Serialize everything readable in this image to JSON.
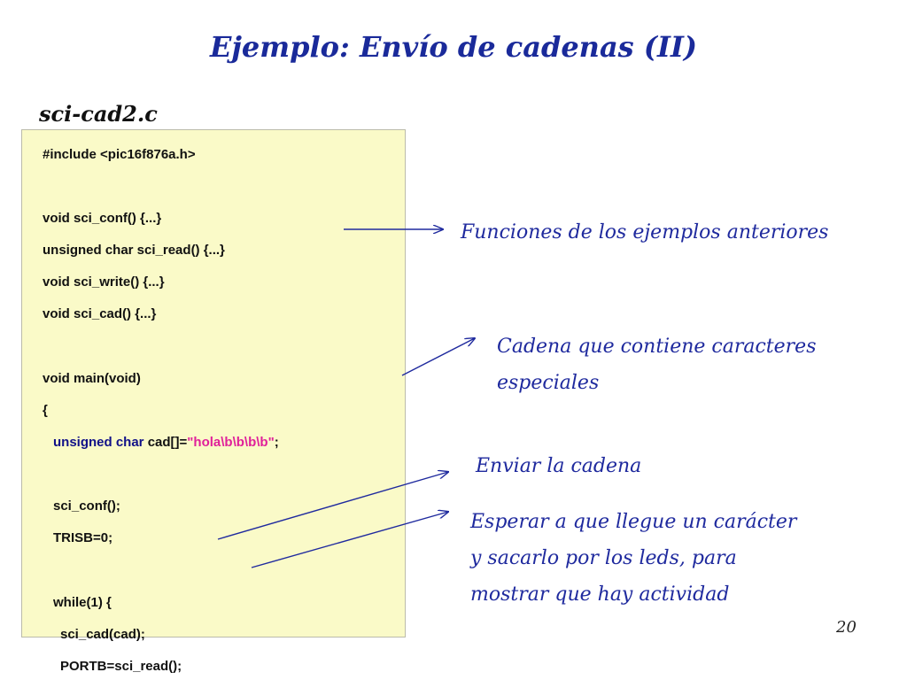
{
  "title": "Ejemplo: Envío de cadenas (II)",
  "filename": "sci-cad2.c",
  "code": {
    "l1": "#include <pic16f876a.h>",
    "l2": "void sci_conf() {...}",
    "l3": "unsigned char sci_read() {...}",
    "l4": "void sci_write() {...}",
    "l5": "void sci_cad() {...}",
    "l6": "void main(void)",
    "l7": "{",
    "l8a": "unsigned char ",
    "l8b": "cad[]=",
    "l8c": "\"hola\\b\\b\\b\\b\"",
    "l8d": ";",
    "l9": "sci_conf();",
    "l10": "TRISB=0;",
    "l11": "while(1) {",
    "l12": "sci_cad(cad);",
    "l13": "PORTB=sci_read();"
  },
  "annotations": {
    "a1": "Funciones de los ejemplos anteriores",
    "a2_l1": "Cadena que contiene caracteres",
    "a2_l2": "especiales",
    "a3": "Enviar la cadena",
    "a4_l1": "Esperar a que llegue un carácter",
    "a4_l2": "y sacarlo por los leds, para",
    "a4_l3": "mostrar que hay actividad"
  },
  "page_number": "20",
  "colors": {
    "title": "#1a2a9a",
    "annotation": "#1f2a9e",
    "code_bg": "#fafac8",
    "string_literal": "#e0209a",
    "arrow": "#1f2a9e"
  },
  "icons": [
    "arrow-right-icon"
  ]
}
